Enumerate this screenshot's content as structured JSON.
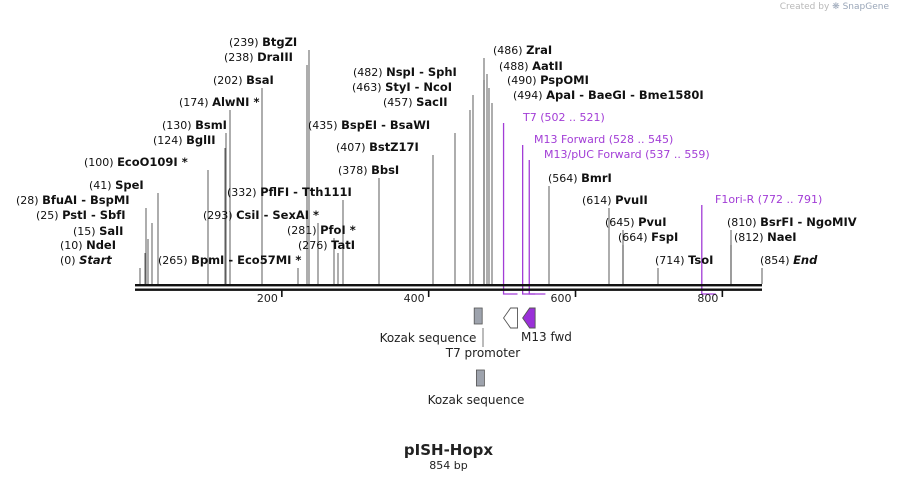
{
  "credit": {
    "prefix": "Created by",
    "brand": "SnapGene"
  },
  "map": {
    "title": "pISH-Hopx",
    "length_label": "854 bp",
    "length": 854
  },
  "enzymes": [
    {
      "pos": "(239)",
      "name": "BtgZI",
      "site": 239
    },
    {
      "pos": "(238)",
      "name": "DraIII",
      "site": 238
    },
    {
      "pos": "(202)",
      "name": "BsaI",
      "site": 202
    },
    {
      "pos": "(174)",
      "name": "AlwNI *",
      "site": 174
    },
    {
      "pos": "(130)",
      "name": "BsmI",
      "site": 130
    },
    {
      "pos": "(124)",
      "name": "BglII",
      "site": 124
    },
    {
      "pos": "(100)",
      "name": "EcoO109I *",
      "site": 100
    },
    {
      "pos": "(41)",
      "name": "SpeI",
      "site": 41
    },
    {
      "pos": "(28)",
      "name": "BfuAI",
      "name2": "BspMI",
      "site": 28
    },
    {
      "pos": "(25)",
      "name": "PstI",
      "name2": "SbfI",
      "site": 25
    },
    {
      "pos": "(15)",
      "name": "SalI",
      "site": 15
    },
    {
      "pos": "(10)",
      "name": "NdeI",
      "site": 10
    },
    {
      "pos": "(0)",
      "name": "Start",
      "site": 0
    },
    {
      "pos": "(265)",
      "name": "BpmI",
      "name2": "Eco57MI *",
      "site": 265
    },
    {
      "pos": "(276)",
      "name": "TatI",
      "site": 276
    },
    {
      "pos": "(281)",
      "name": "PfoI *",
      "site": 281
    },
    {
      "pos": "(293)",
      "name": "CsiI",
      "name2": "SexAI *",
      "site": 293
    },
    {
      "pos": "(332)",
      "name": "PflFI",
      "name2": "Tth111I",
      "site": 332
    },
    {
      "pos": "(378)",
      "name": "BbsI",
      "site": 378
    },
    {
      "pos": "(407)",
      "name": "BstZ17I",
      "site": 407
    },
    {
      "pos": "(435)",
      "name": "BspEI",
      "name2": "BsaWI",
      "site": 435
    },
    {
      "pos": "(457)",
      "name": "SacII",
      "site": 457
    },
    {
      "pos": "(463)",
      "name": "StyI",
      "name2": "NcoI",
      "site": 463
    },
    {
      "pos": "(482)",
      "name": "NspI",
      "name2": "SphI",
      "site": 482
    },
    {
      "pos": "(486)",
      "name": "ZraI",
      "site": 486
    },
    {
      "pos": "(488)",
      "name": "AatII",
      "site": 488
    },
    {
      "pos": "(490)",
      "name": "PspOMI",
      "site": 490
    },
    {
      "pos": "(494)",
      "name": "ApaI",
      "name2": "BaeGI",
      "name3": "Bme1580I",
      "site": 494
    },
    {
      "pos": "(564)",
      "name": "BmrI",
      "site": 564
    },
    {
      "pos": "(614)",
      "name": "PvuII",
      "site": 614
    },
    {
      "pos": "(645)",
      "name": "PvuI",
      "site": 645
    },
    {
      "pos": "(664)",
      "name": "FspI",
      "site": 664
    },
    {
      "pos": "(714)",
      "name": "TsoI",
      "site": 714
    },
    {
      "pos": "(810)",
      "name": "BsrFI",
      "name2": "NgoMIV",
      "site": 810
    },
    {
      "pos": "(812)",
      "name": "NaeI",
      "site": 812
    },
    {
      "pos": "(854)",
      "name": "End",
      "site": 854
    }
  ],
  "primers": [
    {
      "name": "T7",
      "range": "(502 .. 521)",
      "start": 502,
      "end": 521
    },
    {
      "name": "M13 Forward",
      "range": "(528 .. 545)",
      "start": 528,
      "end": 545
    },
    {
      "name": "M13/pUC Forward",
      "range": "(537 .. 559)",
      "start": 537,
      "end": 559
    },
    {
      "name": "F1ori-R",
      "range": "(772 .. 791)",
      "start": 772,
      "end": 791
    }
  ],
  "ticks": [
    {
      "label": "200",
      "value": 200
    },
    {
      "label": "400",
      "value": 400
    },
    {
      "label": "600",
      "value": 600
    },
    {
      "label": "800",
      "value": 800
    }
  ],
  "features": [
    {
      "label": "Kozak sequence",
      "start": 462,
      "end": 472,
      "color": "#9ea3ad"
    },
    {
      "label": "T7 promoter",
      "start": 502,
      "end": 521,
      "color": "#ffffff"
    },
    {
      "label": "M13 fwd",
      "start": 528,
      "end": 545,
      "color": "#9a30d8"
    },
    {
      "label": "Kozak sequence",
      "start": 465,
      "end": 475,
      "color": "#9ea3ad"
    }
  ],
  "colors": {
    "primer": "#a23dd6",
    "backbone": "#111111",
    "enzyme_line": "#333333"
  }
}
